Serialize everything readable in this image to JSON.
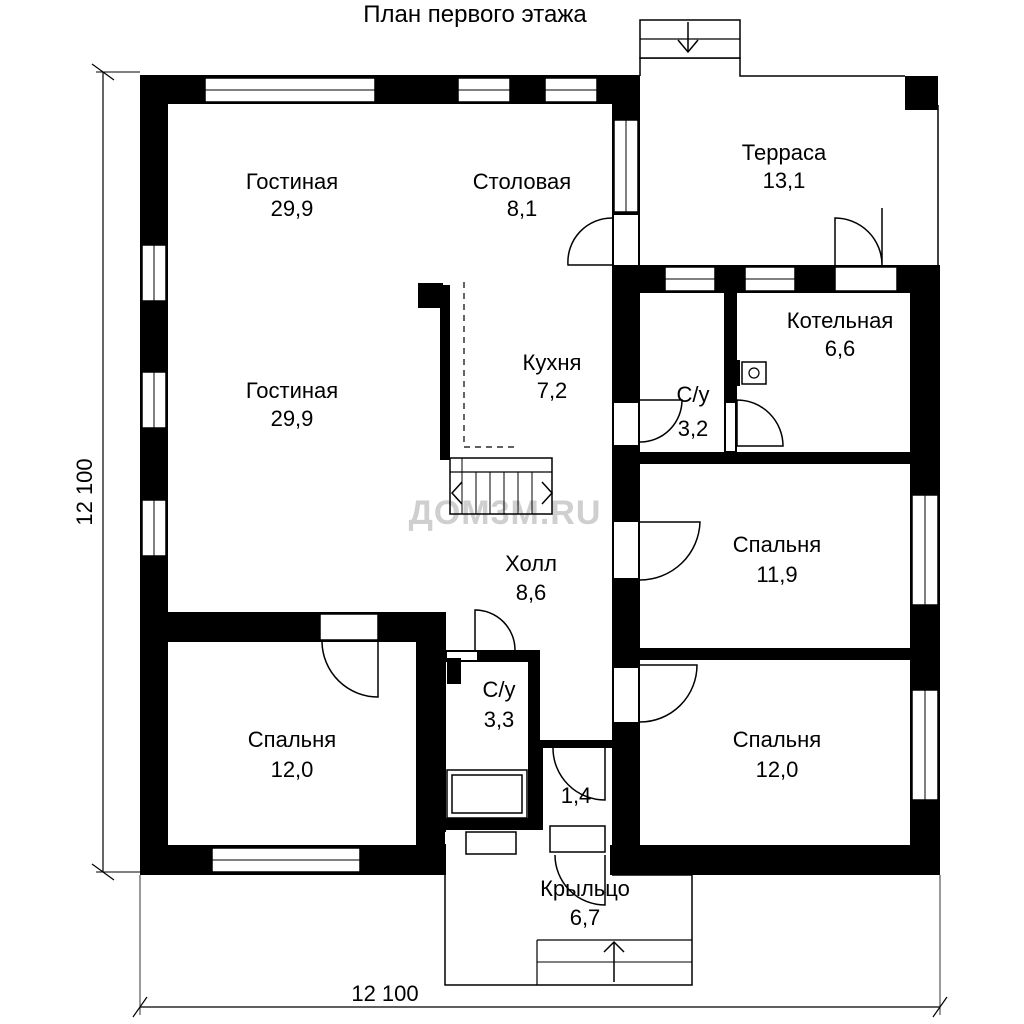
{
  "plan": {
    "title": "План первого этажа",
    "watermark": "ДОМ3М.RU",
    "dimensions": {
      "width_label": "12 100",
      "height_label": "12 100"
    },
    "rooms": [
      {
        "id": "living-top",
        "name": "Гостиная",
        "area": "29,9"
      },
      {
        "id": "dining",
        "name": "Столовая",
        "area": "8,1"
      },
      {
        "id": "terrace",
        "name": "Терраса",
        "area": "13,1"
      },
      {
        "id": "boiler",
        "name": "Котельная",
        "area": "6,6"
      },
      {
        "id": "living-mid",
        "name": "Гостиная",
        "area": "29,9"
      },
      {
        "id": "kitchen",
        "name": "Кухня",
        "area": "7,2"
      },
      {
        "id": "bath-right",
        "name": "С/у",
        "area": "3,2"
      },
      {
        "id": "bedroom-right-top",
        "name": "Спальня",
        "area": "11,9"
      },
      {
        "id": "hall",
        "name": "Холл",
        "area": "8,6"
      },
      {
        "id": "bath-center",
        "name": "С/у",
        "area": "3,3"
      },
      {
        "id": "bedroom-left",
        "name": "Спальня",
        "area": "12,0"
      },
      {
        "id": "bedroom-right-bottom",
        "name": "Спальня",
        "area": "12,0"
      },
      {
        "id": "vestibule",
        "name": "",
        "area": "1,4"
      },
      {
        "id": "porch",
        "name": "Крыльцо",
        "area": "6,7"
      }
    ]
  }
}
